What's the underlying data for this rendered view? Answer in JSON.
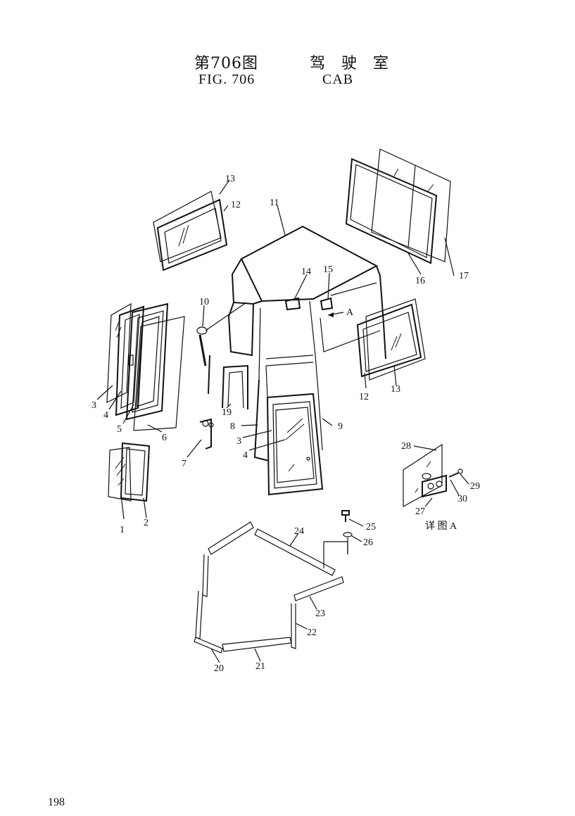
{
  "header": {
    "cn_figure": "第706图",
    "cn_name": "驾 驶 室",
    "en_figure": "FIG. 706",
    "en_name": "CAB"
  },
  "detail_label": "详 图 A",
  "arrow_label": "A",
  "page_number": "198",
  "callouts": [
    "1",
    "2",
    "3",
    "4",
    "5",
    "6",
    "7",
    "8",
    "9",
    "10",
    "11",
    "12",
    "13",
    "14",
    "15",
    "16",
    "17",
    "19",
    "20",
    "21",
    "22",
    "23",
    "24",
    "25",
    "26",
    "27",
    "28",
    "29",
    "30"
  ],
  "callouts_repeat": [
    "3",
    "4",
    "12",
    "13"
  ]
}
